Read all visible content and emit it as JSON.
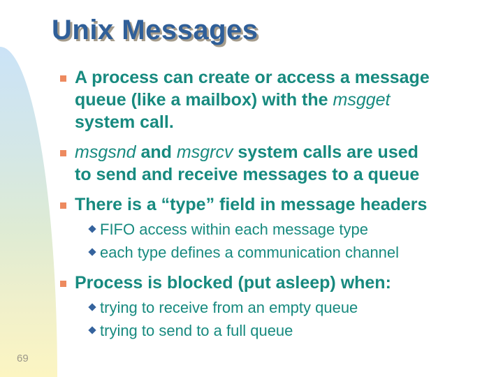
{
  "slide": {
    "title": "Unix Messages",
    "page_number": "69",
    "colors": {
      "title_color": "#2f5f99",
      "title_shadow_color": "#a59c8c",
      "body_text_color": "#178a7f",
      "bullet_square_color": "#ed8a5f",
      "bullet_diamond_color": "#35639d",
      "page_number_color": "#9c988a",
      "gradient_top": "#cbe3f7",
      "gradient_mid1": "#d4e7e6",
      "gradient_mid2": "#deebd4",
      "gradient_mid3": "#f0f0cb",
      "gradient_bottom": "#fcf5c2"
    },
    "icons": {
      "level1_marker": "square-bullet-icon",
      "level2_marker": "diamond-bullet-icon"
    },
    "bullets": [
      {
        "level": 1,
        "segments": [
          {
            "style": "bold",
            "text": "A process can create or access a message\nqueue (like a mailbox) with the "
          },
          {
            "style": "italic",
            "text": "msgget"
          },
          {
            "style": "bold",
            "text": "\nsystem call."
          }
        ]
      },
      {
        "level": 1,
        "segments": [
          {
            "style": "italic",
            "text": "msgsnd"
          },
          {
            "style": "bold",
            "text": " and "
          },
          {
            "style": "italic",
            "text": "msgrcv"
          },
          {
            "style": "bold",
            "text": " system calls are used\nto send and receive messages to a queue"
          }
        ]
      },
      {
        "level": 1,
        "segments": [
          {
            "style": "bold",
            "text": "There is a “type” field in message headers"
          }
        ]
      },
      {
        "level": 2,
        "segments": [
          {
            "style": "regular",
            "text": "FIFO access within each message type"
          }
        ]
      },
      {
        "level": 2,
        "segments": [
          {
            "style": "regular",
            "text": "each type defines a communication channel"
          }
        ]
      },
      {
        "level": 1,
        "segments": [
          {
            "style": "bold",
            "text": "Process is blocked (put asleep) when:"
          }
        ]
      },
      {
        "level": 2,
        "segments": [
          {
            "style": "regular",
            "text": "trying to receive from an empty queue"
          }
        ]
      },
      {
        "level": 2,
        "segments": [
          {
            "style": "regular",
            "text": "trying to send to a full queue"
          }
        ]
      }
    ]
  }
}
